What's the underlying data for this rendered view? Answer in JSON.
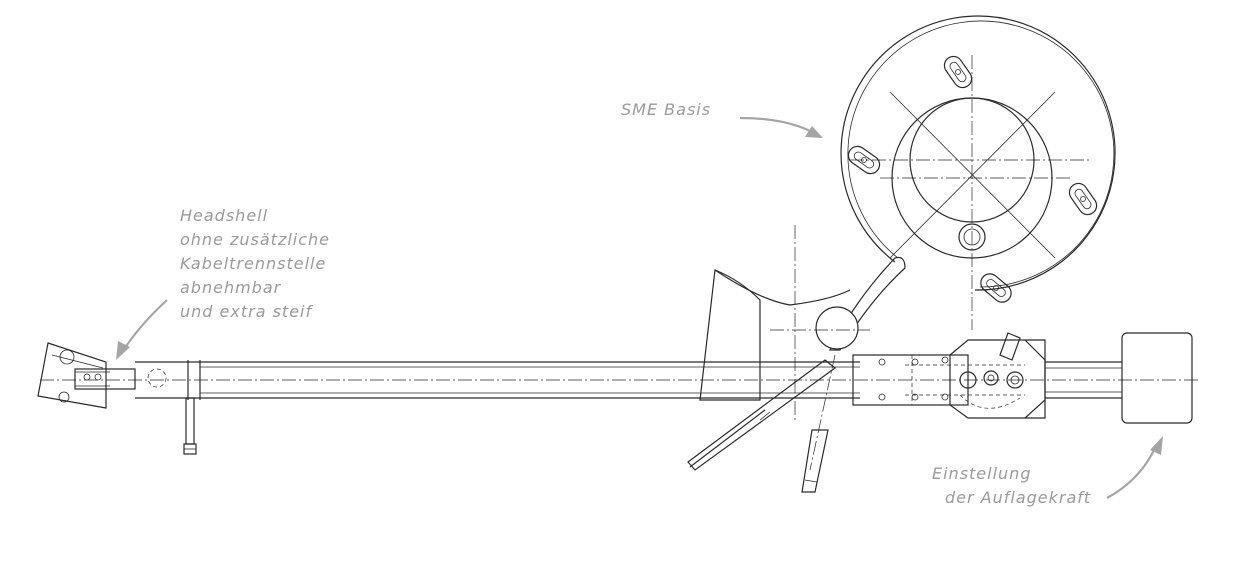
{
  "annotations": {
    "sme_base": "SME Basis",
    "headshell": [
      "Headshell",
      "ohne zusätzliche",
      "Kabeltrennstelle",
      "abnehmbar",
      "und extra steif"
    ],
    "tracking_force": [
      "Einstellung",
      "der Auflagekraft"
    ]
  },
  "colors": {
    "line": "#2a2a2a",
    "annotation": "#9a9a9a",
    "arrow": "#a5a5a5",
    "background": "#ffffff"
  }
}
